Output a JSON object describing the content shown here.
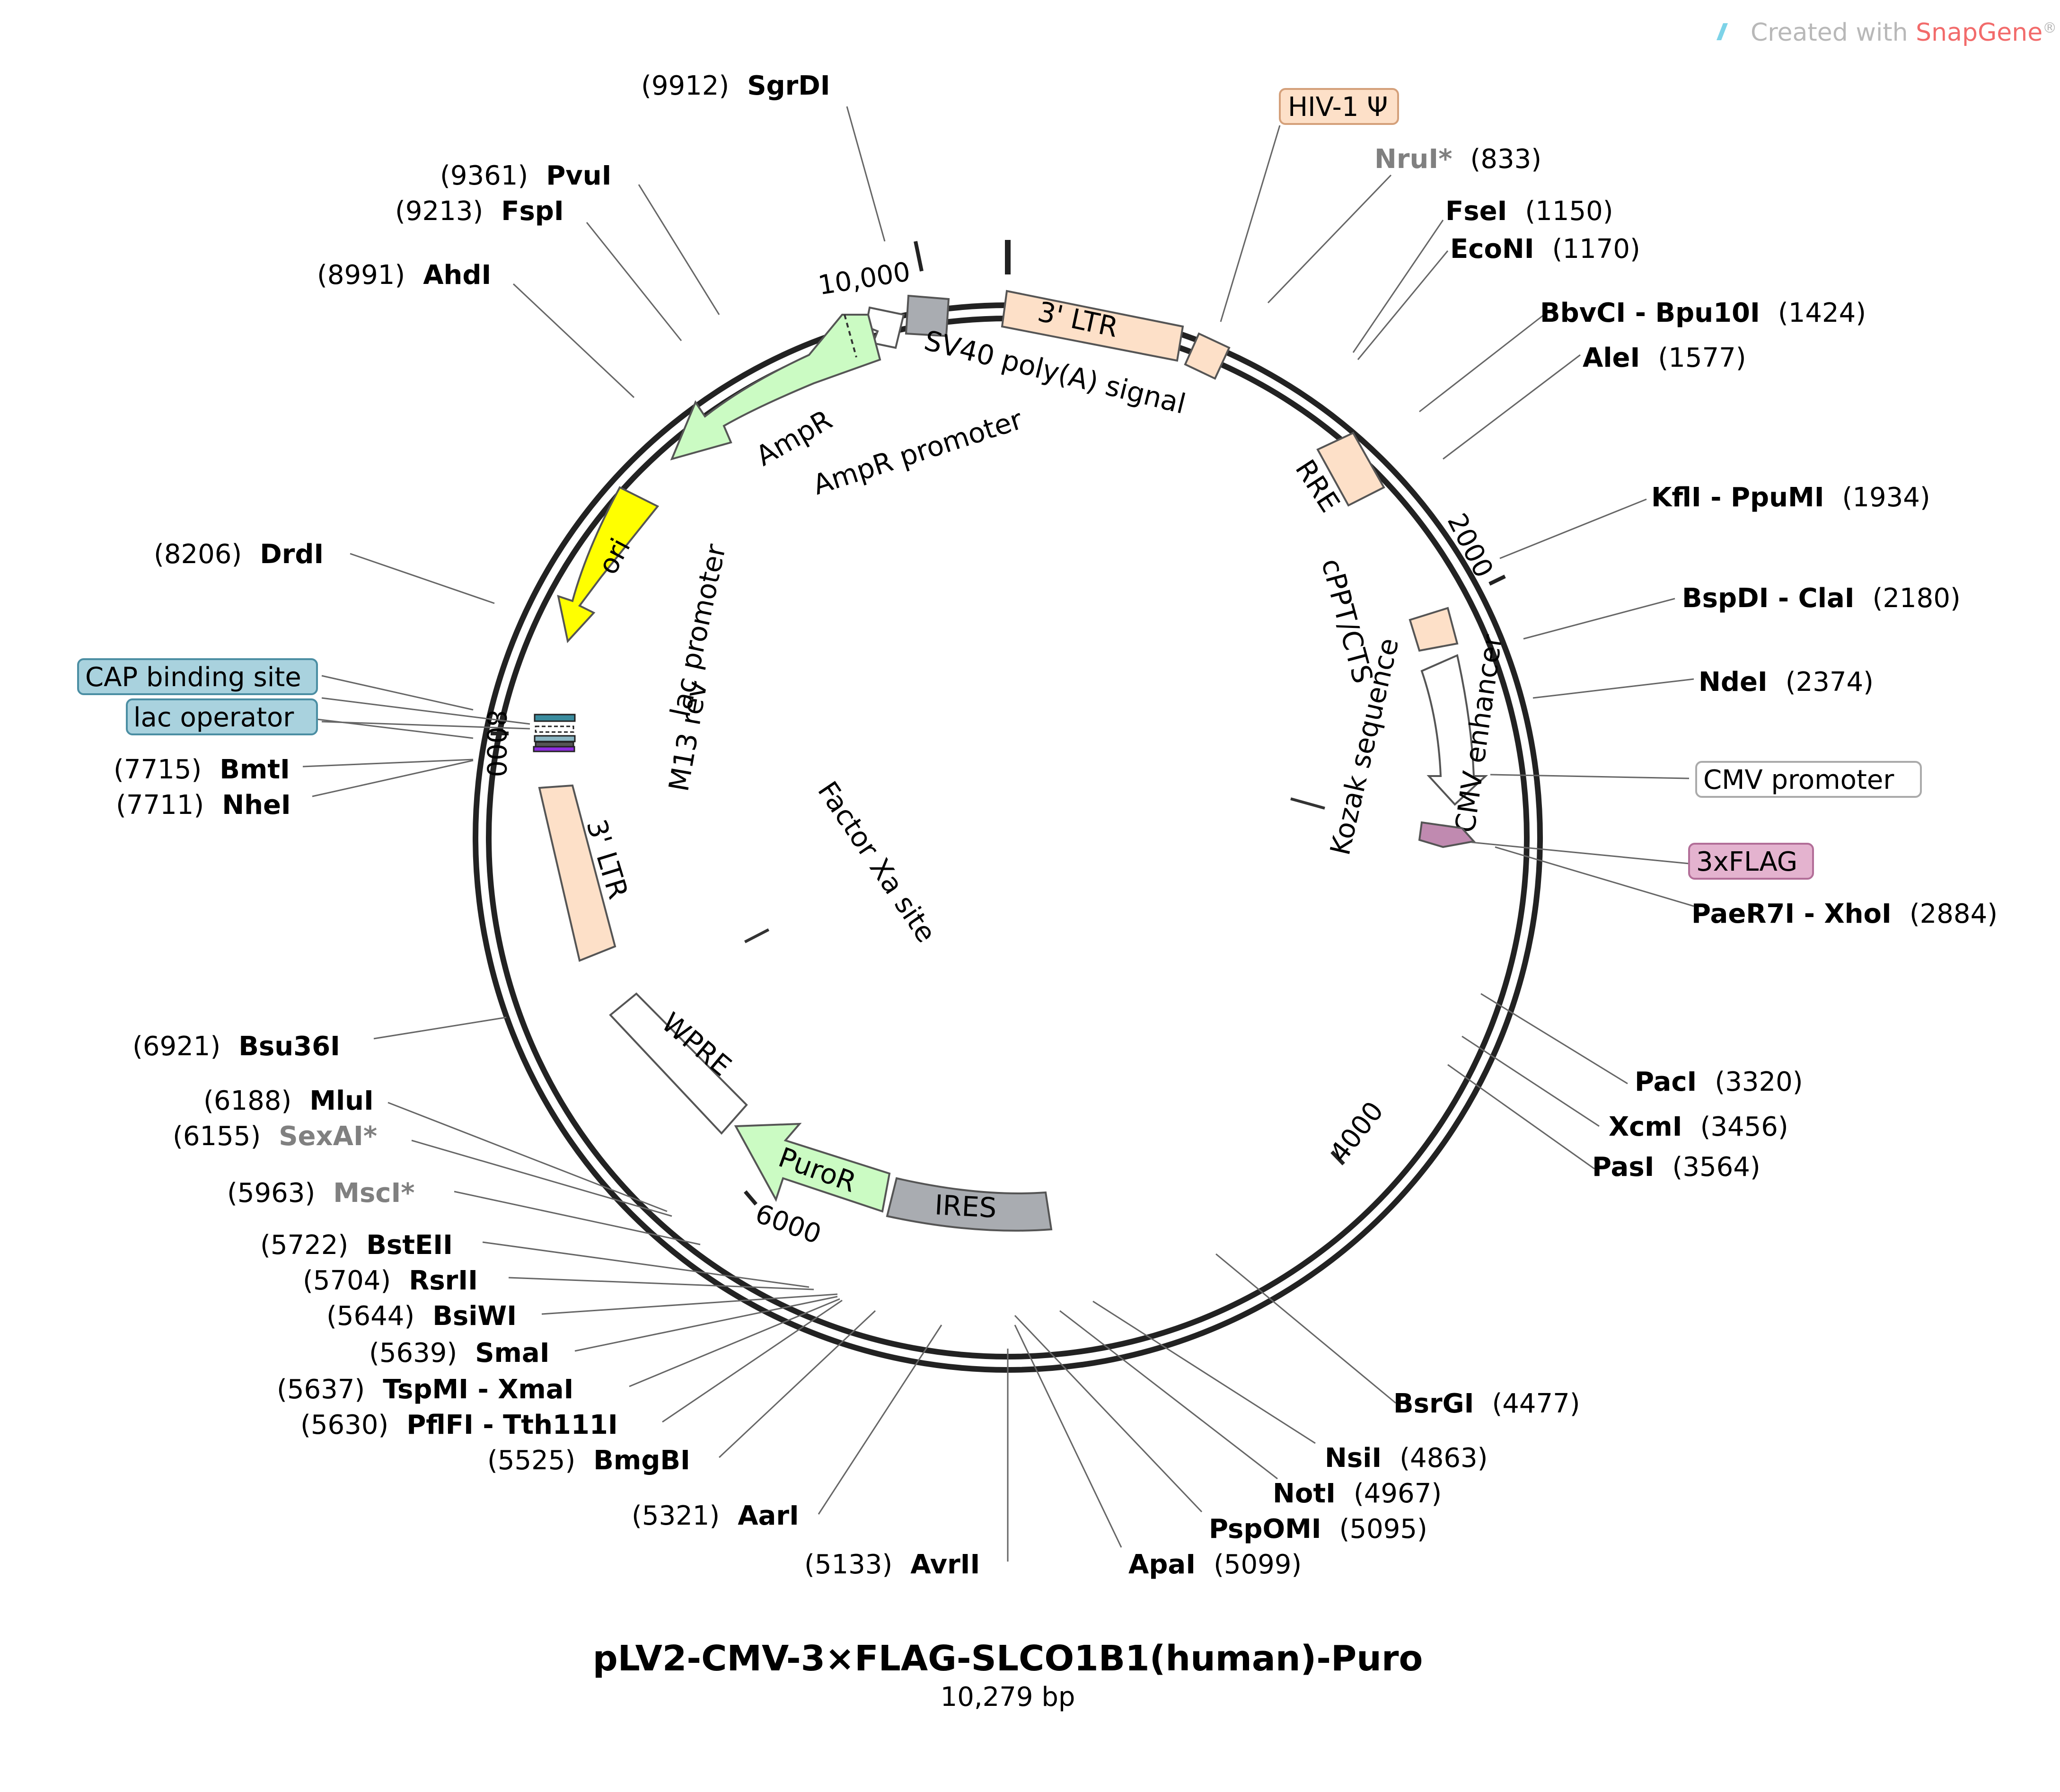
{
  "watermark": {
    "prefix": "Created with ",
    "brand": "SnapGene",
    "suffix": "®",
    "brand_color": "#f26b6b"
  },
  "title": "pLV2-CMV-3×FLAG-SLCO1B1(human)-Puro",
  "subtitle": "10,279 bp",
  "ticks": [
    {
      "label": "10,000"
    },
    {
      "label": "2000"
    },
    {
      "label": "4000"
    },
    {
      "label": "6000"
    },
    {
      "label": "8000"
    }
  ],
  "sites": [
    {
      "pos": "(9912)",
      "name": "SgrDI",
      "grey": false
    },
    {
      "pos": "(9361)",
      "name": "PvuI",
      "grey": false
    },
    {
      "pos": "(9213)",
      "name": "FspI",
      "grey": false
    },
    {
      "pos": "(8991)",
      "name": "AhdI",
      "grey": false
    },
    {
      "pos": "(8206)",
      "name": "DrdI",
      "grey": false
    },
    {
      "pos": "(7715)",
      "name": "BmtI",
      "grey": false
    },
    {
      "pos": "(7711)",
      "name": "NheI",
      "grey": false
    },
    {
      "pos": "(6921)",
      "name": "Bsu36I",
      "grey": false
    },
    {
      "pos": "(6188)",
      "name": "MluI",
      "grey": false
    },
    {
      "pos": "(6155)",
      "name": "SexAI*",
      "grey": true
    },
    {
      "pos": "(5963)",
      "name": "MscI*",
      "grey": true
    },
    {
      "pos": "(5722)",
      "name": "BstEII",
      "grey": false
    },
    {
      "pos": "(5704)",
      "name": "RsrII",
      "grey": false
    },
    {
      "pos": "(5644)",
      "name": "BsiWI",
      "grey": false
    },
    {
      "pos": "(5639)",
      "name": "SmaI",
      "grey": false
    },
    {
      "pos": "(5637)",
      "name": "TspMI - XmaI",
      "grey": false
    },
    {
      "pos": "(5630)",
      "name": "PflFI - Tth111I",
      "grey": false
    },
    {
      "pos": "(5525)",
      "name": "BmgBI",
      "grey": false
    },
    {
      "pos": "(5321)",
      "name": "AarI",
      "grey": false
    },
    {
      "pos": "(5133)",
      "name": "AvrII",
      "grey": false
    },
    {
      "pos": "(5099)",
      "name": "ApaI",
      "grey": false
    },
    {
      "pos": "(5095)",
      "name": "PspOMI",
      "grey": false
    },
    {
      "pos": "(4967)",
      "name": "NotI",
      "grey": false
    },
    {
      "pos": "(4863)",
      "name": "NsiI",
      "grey": false
    },
    {
      "pos": "(4477)",
      "name": "BsrGI",
      "grey": false
    },
    {
      "pos": "(3564)",
      "name": "PasI",
      "grey": false
    },
    {
      "pos": "(3456)",
      "name": "XcmI",
      "grey": false
    },
    {
      "pos": "(3320)",
      "name": "PacI",
      "grey": false
    },
    {
      "pos": "(2884)",
      "name": "PaeR7I - XhoI",
      "grey": false
    },
    {
      "pos": "(2374)",
      "name": "NdeI",
      "grey": false
    },
    {
      "pos": "(2180)",
      "name": "BspDI - ClaI",
      "grey": false
    },
    {
      "pos": "(1934)",
      "name": "KflI - PpuMI",
      "grey": false
    },
    {
      "pos": "(1577)",
      "name": "AleI",
      "grey": false
    },
    {
      "pos": "(1424)",
      "name": "BbvCI - Bpu10I",
      "grey": false
    },
    {
      "pos": "(1170)",
      "name": "EcoNI",
      "grey": false
    },
    {
      "pos": "(1150)",
      "name": "FseI",
      "grey": false
    },
    {
      "pos": "(833)",
      "name": "NruI*",
      "grey": true
    }
  ],
  "boxed_labels": [
    {
      "text": "HIV-1 Ψ",
      "color": "#fde0c8"
    },
    {
      "text": "CAP binding site",
      "color": "#a9d2de"
    },
    {
      "text": "lac operator",
      "color": "#a9d2de"
    },
    {
      "text": "CMV promoter",
      "color": "#ffffff"
    },
    {
      "text": "3xFLAG",
      "color": "#e4b3cf"
    }
  ],
  "features": [
    {
      "label": "3' LTR",
      "color": "#fde0c8"
    },
    {
      "label": "SV40 poly(A) signal",
      "color": "#a9acb1"
    },
    {
      "label": "AmpR promoter",
      "color": "#ffffff"
    },
    {
      "label": "AmpR",
      "color": "#cbfbc3"
    },
    {
      "label": "ori",
      "color": "#ffff00"
    },
    {
      "label": "RRE",
      "color": "#fde0c8"
    },
    {
      "label": "cPPT/CTS",
      "color": "#fde0c8"
    },
    {
      "label": "CMV enhancer",
      "color": "#ffffff"
    },
    {
      "label": "Kozak sequence",
      "color": "#000000"
    },
    {
      "label": "lac promoter",
      "color": "#ffffff"
    },
    {
      "label": "M13 rev",
      "color": "#ffffff"
    },
    {
      "label": "3' LTR",
      "color": "#fde0c8"
    },
    {
      "label": "Factor Xa site",
      "color": "#000000"
    },
    {
      "label": "WPRE",
      "color": "#ffffff"
    },
    {
      "label": "PuroR",
      "color": "#cbfbc3"
    },
    {
      "label": "IRES",
      "color": "#a9acb1"
    }
  ]
}
